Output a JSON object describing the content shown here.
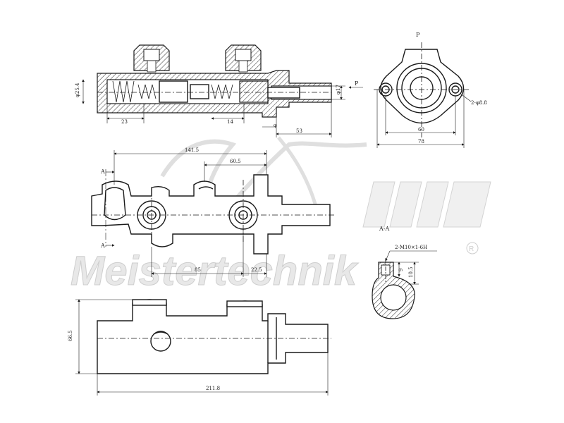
{
  "watermark": {
    "text": "Meistertechnik",
    "mark": "R"
  },
  "labels": {
    "view_p": "P",
    "arrow_p": "P",
    "section_a_top": "A",
    "section_a_bottom": "A",
    "section_title": "A-A"
  },
  "dimensions": {
    "bore_dia": "φ25.4",
    "outlet_dia": "φ17",
    "d23": "23",
    "d14": "14",
    "d53": "53",
    "phi": "φ",
    "d60": "60",
    "d78": "78",
    "holes": "2-φ8.8",
    "d141_5": "141.5",
    "d60_5": "60.5",
    "d85": "85",
    "d22_5": "22.5",
    "thread": "2-M10×1-6H",
    "d9": "9",
    "d10_5": "10.5",
    "d66_5": "66.5",
    "d211_8": "211.8"
  }
}
